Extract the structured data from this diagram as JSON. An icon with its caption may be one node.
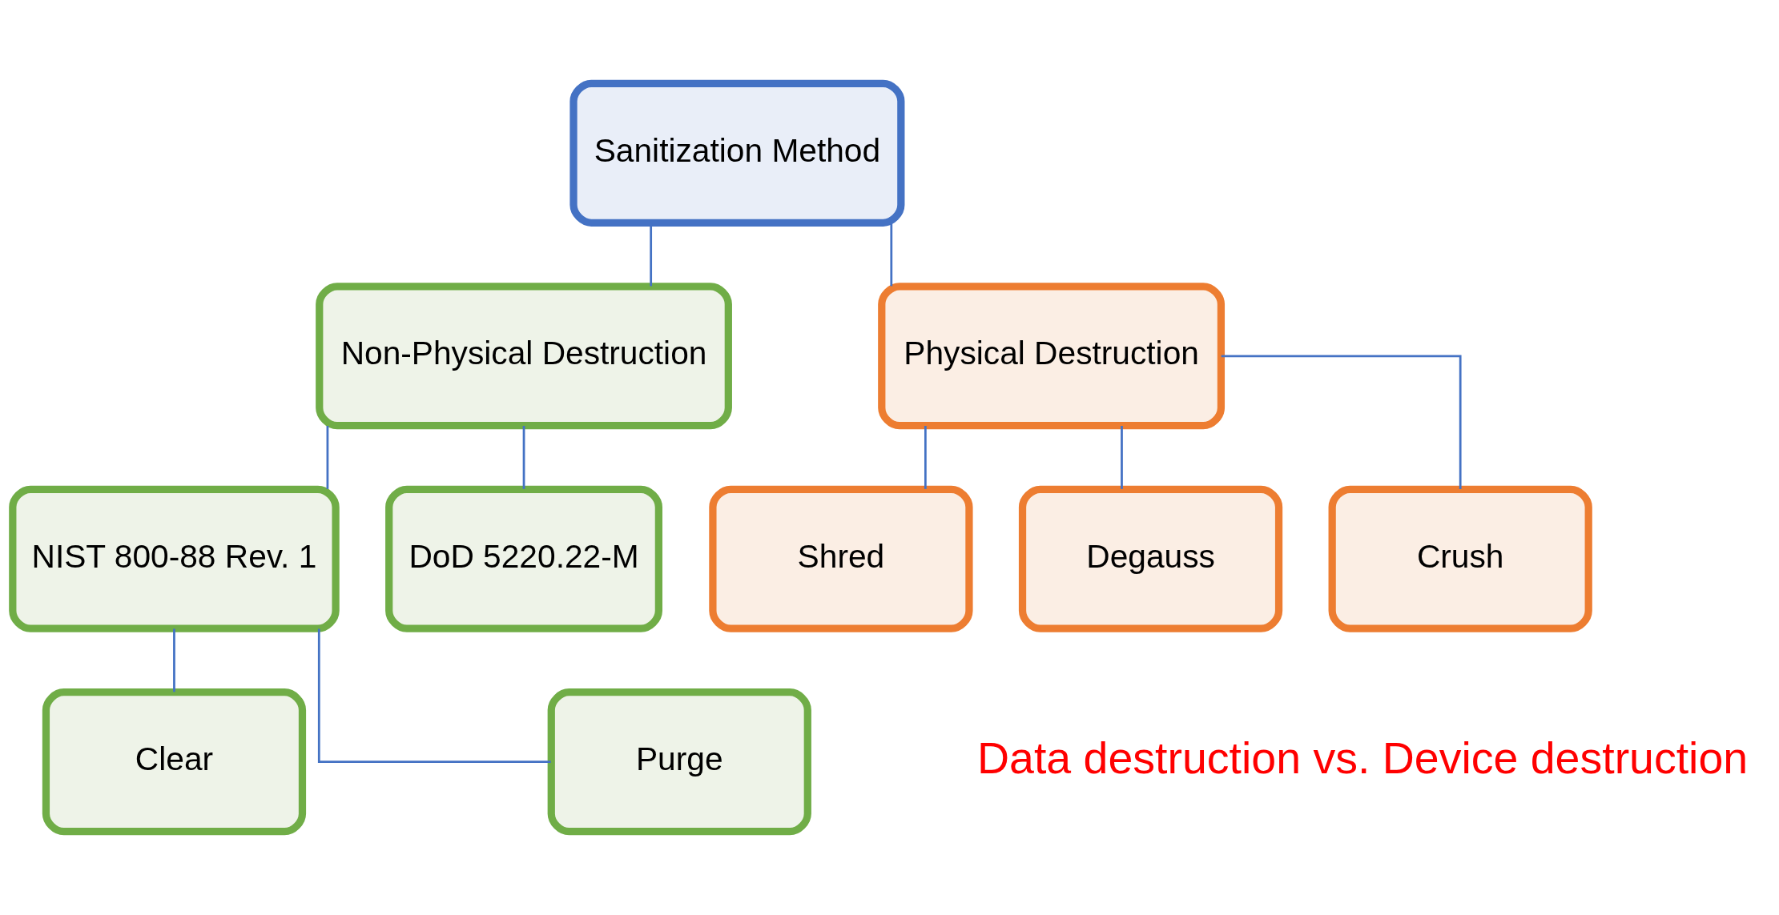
{
  "diagram": {
    "nodes": [
      {
        "text": [
          "Sanitization Method"
        ]
      },
      {
        "text": [
          "Non-Physical Destruction"
        ]
      },
      {
        "text": [
          "Physical Destruction"
        ]
      },
      {
        "text": [
          "NIST 800-88 Rev. 1"
        ]
      },
      {
        "text": [
          "DoD 5220.22-M"
        ]
      },
      {
        "text": [
          "Clear"
        ]
      },
      {
        "text": [
          "Purge"
        ]
      },
      {
        "text": [
          "Shred"
        ]
      },
      {
        "text": [
          "Degauss"
        ]
      },
      {
        "text": [
          "Crush"
        ]
      }
    ],
    "edges": [
      {
        "from": 0,
        "to": 1,
        "arrow": "none"
      },
      {
        "from": 0,
        "to": 2,
        "arrow": "none"
      },
      {
        "from": 1,
        "to": 3,
        "arrow": "none"
      },
      {
        "from": 1,
        "to": 4,
        "arrow": "none"
      },
      {
        "from": 3,
        "to": 5,
        "arrow": "none"
      },
      {
        "from": 3,
        "to": 6,
        "arrow": "none"
      },
      {
        "from": 2,
        "to": 7,
        "arrow": "none"
      },
      {
        "from": 2,
        "to": 8,
        "arrow": "none"
      },
      {
        "from": 2,
        "to": 9,
        "arrow": "none"
      }
    ],
    "labels": [
      "Data destruction vs. Device destruction"
    ]
  }
}
